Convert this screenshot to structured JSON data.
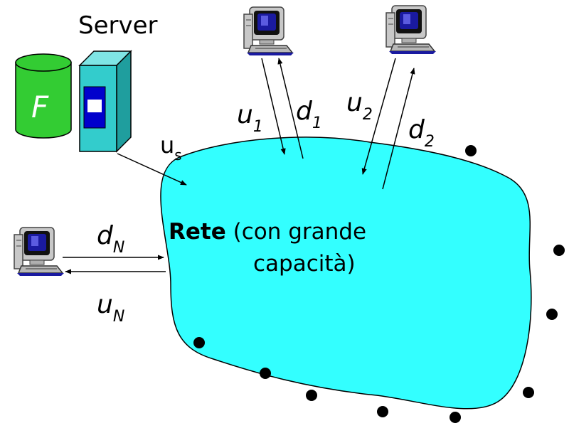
{
  "server": {
    "title": "Server",
    "file_label": "F",
    "upload_label": "u",
    "upload_sub": "s"
  },
  "peer1": {
    "up_label": "u",
    "up_sub": "1",
    "down_label": "d",
    "down_sub": "1"
  },
  "peer2": {
    "up_label": "u",
    "up_sub": "2",
    "down_label": "d",
    "down_sub": "2"
  },
  "peerN": {
    "down_label": "d",
    "down_sub": "N",
    "up_label": "u",
    "up_sub": "N"
  },
  "network": {
    "name_bold": "Rete",
    "name_rest": " (con grande",
    "name_line2": "capacità)"
  },
  "colors": {
    "cloud": "#33ffff",
    "cylinder": "#33cc33",
    "server_box": "#33cccc",
    "screen": "#0000cc"
  },
  "icons": {
    "server": "server-icon",
    "file": "database-cylinder-icon",
    "host": "desktop-computer-icon"
  }
}
